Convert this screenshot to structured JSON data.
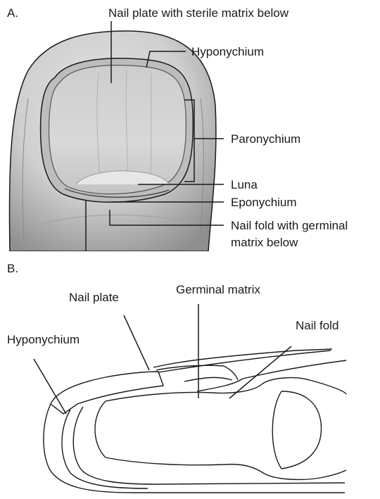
{
  "panel_a": {
    "label": "A.",
    "callouts": {
      "nail_plate": "Nail plate with sterile matrix below",
      "hyponychium": "Hyponychium",
      "paronychium": "Paronychium",
      "luna": "Luna",
      "eponychium": "Eponychium",
      "nail_fold_line1": "Nail fold with germinal",
      "nail_fold_line2": "matrix below"
    }
  },
  "panel_b": {
    "label": "B.",
    "callouts": {
      "nail_plate": "Nail plate",
      "germinal_matrix": "Germinal matrix",
      "nail_fold": "Nail fold",
      "hyponychium": "Hyponychium"
    }
  },
  "colors": {
    "ink": "#1a1a1a",
    "skin_light": "#dcdcdc",
    "skin_dark": "#9a9a9a",
    "nail": "#d2d2d2"
  }
}
